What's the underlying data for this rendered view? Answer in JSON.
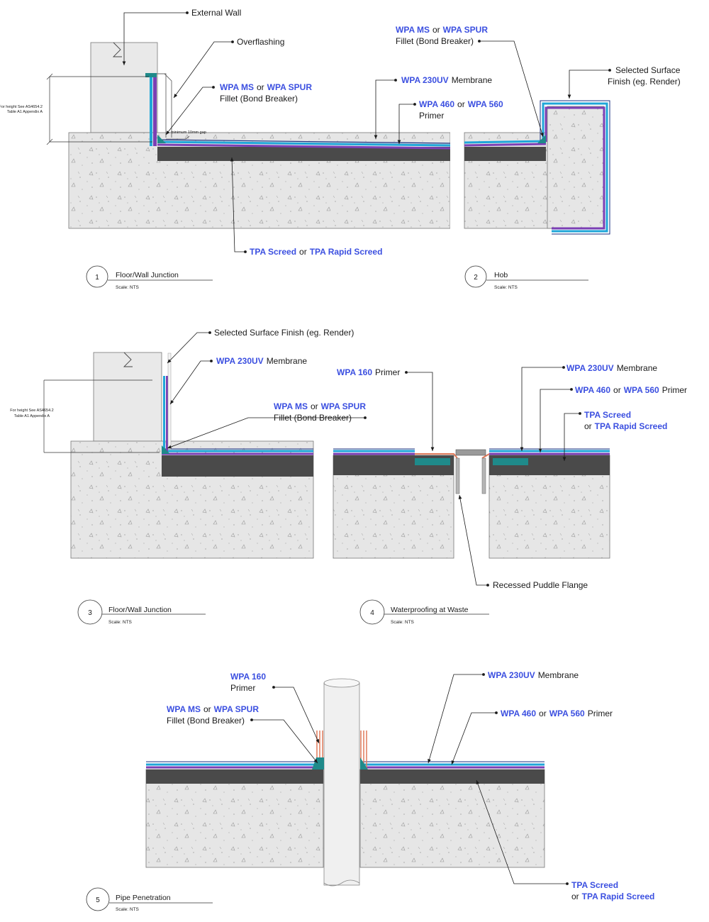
{
  "colors": {
    "product_blue": "#3b4fe0",
    "concrete": "#e6e6e6",
    "screed": "#4a4a4a",
    "membrane_blue": "#1fa6d8",
    "primer_purple": "#7b3fb4",
    "fillet_teal": "#1f8a8a",
    "wall": "#e9e9e9"
  },
  "annotations": {
    "external_wall": "External Wall",
    "overflashing": "Overflashing",
    "d1_fillet_prod1": "WPA MS",
    "d1_fillet_or": "or",
    "d1_fillet_prod2": "WPA SPUR",
    "d1_fillet_desc": "Fillet (Bond Breaker)",
    "min_gap": "minimum 10mm gap",
    "height_note_1": "For height See AS4654.2",
    "height_note_2": "Table A1 Appendix A",
    "d1_membrane_prod": "WPA 230UV",
    "d1_membrane_desc": "Membrane",
    "d1_primer_prod1": "WPA 460",
    "d1_primer_or": "or",
    "d1_primer_prod2": "WPA 560",
    "d1_primer_desc": "Primer",
    "d1_screed_prod1": "TPA Screed",
    "d1_screed_or": "or",
    "d1_screed_prod2": "TPA Rapid Screed",
    "d2_fillet_prod1": "WPA MS",
    "d2_fillet_or": "or",
    "d2_fillet_prod2": "WPA SPUR",
    "d2_fillet_desc": "Fillet (Bond Breaker)",
    "d2_finish_1": "Selected Surface",
    "d2_finish_2": "Finish (eg. Render)",
    "d3_finish": "Selected Surface Finish (eg. Render)",
    "d3_membrane_prod": "WPA 230UV",
    "d3_membrane_desc": "Membrane",
    "d3_fillet_prod1": "WPA MS",
    "d3_fillet_or": "or",
    "d3_fillet_prod2": "WPA SPUR",
    "d3_fillet_desc": "Fillet (Bond Breaker)",
    "d4_primer160_prod": "WPA 160",
    "d4_primer160_desc": "Primer",
    "d4_membrane_prod": "WPA 230UV",
    "d4_membrane_desc": "Membrane",
    "d4_primer_prod1": "WPA 460",
    "d4_primer_or": "or",
    "d4_primer_prod2": "WPA 560",
    "d4_primer_desc": "Primer",
    "d4_screed_prod1": "TPA Screed",
    "d4_screed_or": "or",
    "d4_screed_prod2": "TPA Rapid Screed",
    "d4_flange": "Recessed Puddle Flange",
    "d5_primer160_prod": "WPA 160",
    "d5_primer160_desc": "Primer",
    "d5_fillet_prod1": "WPA MS",
    "d5_fillet_or": "or",
    "d5_fillet_prod2": "WPA SPUR",
    "d5_fillet_desc": "Fillet (Bond Breaker)",
    "d5_membrane_prod": "WPA 230UV",
    "d5_membrane_desc": "Membrane",
    "d5_primer_prod1": "WPA 460",
    "d5_primer_or": "or",
    "d5_primer_prod2": "WPA 560",
    "d5_primer_desc": "Primer",
    "d5_screed_prod1": "TPA Screed",
    "d5_screed_or": "or",
    "d5_screed_prod2": "TPA Rapid Screed"
  },
  "details": [
    {
      "number": "1",
      "title": "Floor/Wall Junction",
      "scale": "Scale:  NTS"
    },
    {
      "number": "2",
      "title": "Hob",
      "scale": "Scale:  NTS"
    },
    {
      "number": "3",
      "title": "Floor/Wall Junction",
      "scale": "Scale:  NTS"
    },
    {
      "number": "4",
      "title": "Waterproofing at Waste",
      "scale": "Scale:  NTS"
    },
    {
      "number": "5",
      "title": "Pipe Penetration",
      "scale": "Scale:  NTS"
    }
  ]
}
